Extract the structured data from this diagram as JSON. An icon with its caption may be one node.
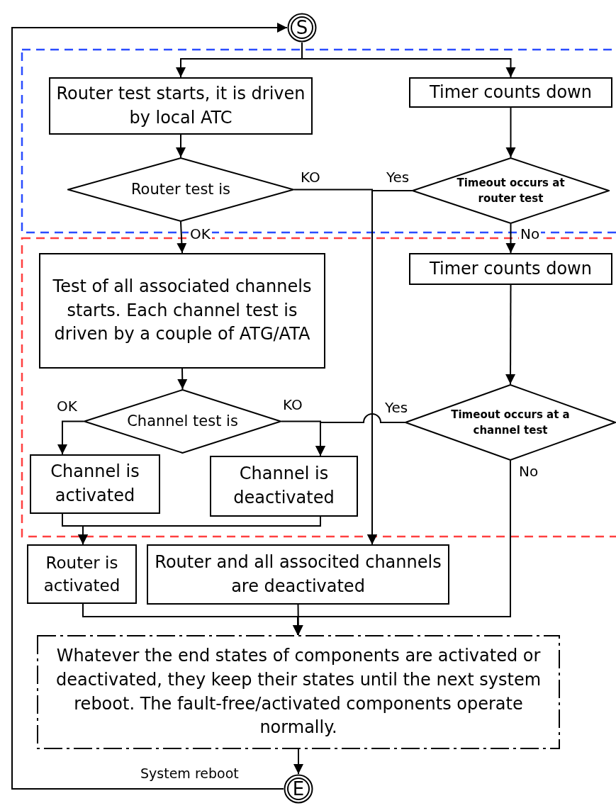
{
  "diagram": {
    "nodes": [
      {
        "text": [
          "S"
        ]
      },
      {
        "text": [
          "Router test starts, it is driven by local ATC"
        ]
      },
      {
        "text": [
          "Timer counts down"
        ]
      },
      {
        "text": [
          "Router test is"
        ]
      },
      {
        "text": [
          "Timeout occurs at router test"
        ]
      },
      {
        "text": [
          "Test of all associated channels starts. Each channel test is driven by a couple of ATG/ATA"
        ]
      },
      {
        "text": [
          "Timer counts down"
        ]
      },
      {
        "text": [
          "Channel test is"
        ]
      },
      {
        "text": [
          "Timeout occurs at a channel test"
        ]
      },
      {
        "text": [
          "Channel is activated"
        ]
      },
      {
        "text": [
          "Channel is deactivated"
        ]
      },
      {
        "text": [
          "Router is activated"
        ]
      },
      {
        "text": [
          "Router and all associted channels are deactivated"
        ]
      },
      {
        "text": [
          "Whatever the end states of components are activated or deactivated, they keep their states until the next system reboot. The fault-free/activated components operate normally."
        ]
      },
      {
        "text": [
          "E"
        ]
      }
    ],
    "edges": [
      {
        "from": 0,
        "to": 1,
        "arrow": "to"
      },
      {
        "from": 0,
        "to": 2,
        "arrow": "to"
      },
      {
        "from": 1,
        "to": 3,
        "arrow": "to"
      },
      {
        "from": 2,
        "to": 4,
        "arrow": "to"
      },
      {
        "from": 3,
        "to": 5,
        "arrow": "to",
        "label": "OK"
      },
      {
        "from": 3,
        "to": 12,
        "arrow": "to",
        "label": "KO"
      },
      {
        "from": 4,
        "to": 12,
        "arrow": "to",
        "label": "Yes"
      },
      {
        "from": 4,
        "to": 6,
        "arrow": "to",
        "label": "No"
      },
      {
        "from": 5,
        "to": 7,
        "arrow": "to"
      },
      {
        "from": 6,
        "to": 8,
        "arrow": "to"
      },
      {
        "from": 7,
        "to": 9,
        "arrow": "to",
        "label": "OK"
      },
      {
        "from": 7,
        "to": 10,
        "arrow": "to",
        "label": "KO"
      },
      {
        "from": 8,
        "to": 10,
        "arrow": "to",
        "label": "Yes"
      },
      {
        "from": 8,
        "to": 13,
        "arrow": "to",
        "label": "No"
      },
      {
        "from": 9,
        "to": 11,
        "arrow": "to"
      },
      {
        "from": 10,
        "to": 11,
        "arrow": "to"
      },
      {
        "from": 11,
        "to": 13,
        "arrow": "to"
      },
      {
        "from": 12,
        "to": 13,
        "arrow": "to"
      },
      {
        "from": 13,
        "to": 14,
        "arrow": "to"
      },
      {
        "from": 14,
        "to": 0,
        "arrow": "to",
        "label": "System reboot"
      }
    ]
  }
}
